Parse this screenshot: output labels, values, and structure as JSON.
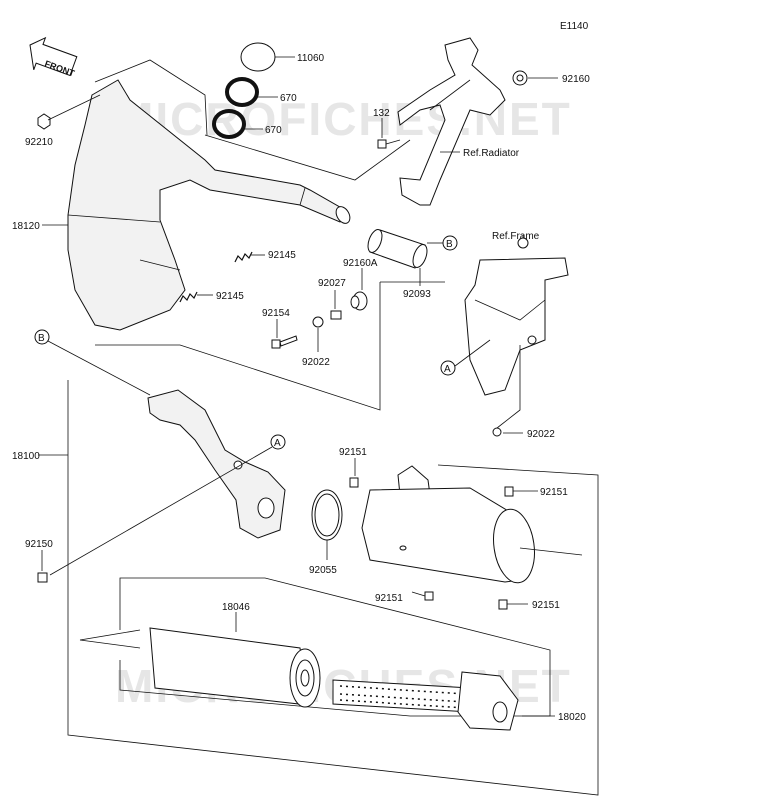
{
  "diagram_code": "E1140",
  "watermark_text": "MICROFICHES.NET",
  "front_label": "FRONT",
  "labels": {
    "p11060": "11060",
    "p670a": "670",
    "p670b": "670",
    "p92160": "92160",
    "p132": "132",
    "ref_radiator": "Ref.Radiator",
    "p92210": "92210",
    "p18120": "18120",
    "p92145a": "92145",
    "p92145b": "92145",
    "p92160A": "92160A",
    "p92027": "92027",
    "p92154": "92154",
    "p92022a": "92022",
    "p92093": "92093",
    "ref_frame": "Ref.Frame",
    "p18100": "18100",
    "p92151a": "92151",
    "p92022b": "92022",
    "p92151b": "92151",
    "p92150": "92150",
    "p92055": "92055",
    "p92151c": "92151",
    "p92151d": "92151",
    "p18046": "18046",
    "p18020": "18020"
  },
  "callouts": {
    "a1": "A",
    "a2": "A",
    "b1": "B",
    "b2": "B"
  },
  "colors": {
    "line": "#111111",
    "watermark": "#e6e6e6",
    "fill_light": "#f2f2f2"
  }
}
